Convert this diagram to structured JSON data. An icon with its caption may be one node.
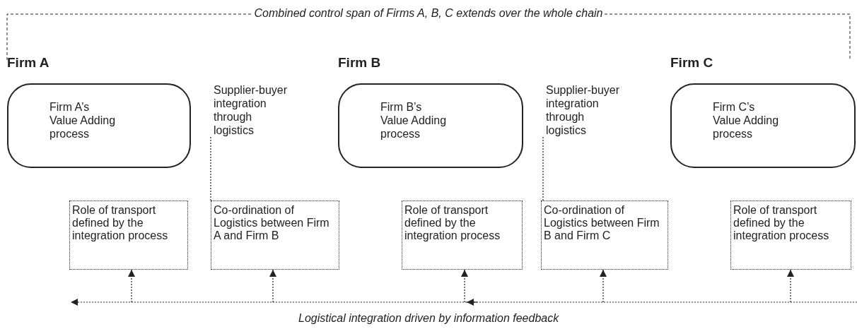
{
  "diagram": {
    "nodes": [
      {
        "text": [
          "Firm A",
          "Firm A’s Value Adding process"
        ]
      },
      {
        "text": [
          "Supplier-buyer integration through logistics"
        ]
      },
      {
        "text": [
          "Firm B",
          "Firm B’s Value Adding process"
        ]
      },
      {
        "text": [
          "Supplier-buyer integration through logistics"
        ]
      },
      {
        "text": [
          "Firm C",
          "Firm C’s Value Adding process"
        ]
      },
      {
        "text": [
          "Role of transport defined by the integration process"
        ]
      },
      {
        "text": [
          "Co-ordination of Logistics between Firm A and Firm B"
        ]
      },
      {
        "text": [
          "Role of transport defined by the integration process"
        ]
      },
      {
        "text": [
          "Co-ordination of Logistics between Firm B and Firm C"
        ]
      },
      {
        "text": [
          "Role of transport defined by the integration process"
        ]
      }
    ],
    "edges": [
      {
        "from": 1,
        "to": 6,
        "arrow": "none",
        "style": "dashed"
      },
      {
        "from": 3,
        "to": 8,
        "arrow": "none",
        "style": "dashed"
      },
      {
        "from": null,
        "to": 5,
        "arrow": "to",
        "style": "dashed"
      },
      {
        "from": null,
        "to": 6,
        "arrow": "to",
        "style": "dashed"
      },
      {
        "from": null,
        "to": 7,
        "arrow": "to",
        "style": "dashed"
      },
      {
        "from": null,
        "to": 8,
        "arrow": "to",
        "style": "dashed"
      },
      {
        "from": null,
        "to": 9,
        "arrow": "to",
        "style": "dashed"
      }
    ],
    "labels": [
      "Combined control span of Firms A, B, C extends over the whole chain",
      "Logistical integration driven by information feedback"
    ]
  }
}
